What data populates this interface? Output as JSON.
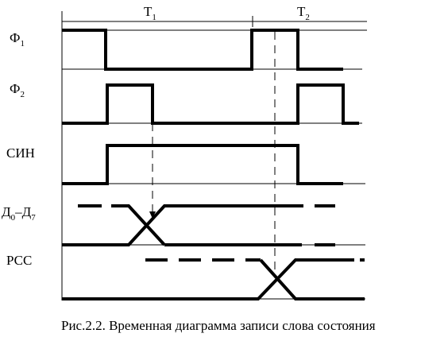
{
  "periods": [
    {
      "name": "T",
      "sub": "1"
    },
    {
      "name": "T",
      "sub": "2"
    }
  ],
  "signals": [
    {
      "name": "Ф",
      "sub": "1"
    },
    {
      "name": "Ф",
      "sub": "2"
    },
    {
      "name": "СИН",
      "sub": ""
    },
    {
      "name": "Д",
      "sub": "0",
      "sep": "–",
      "name2": "Д",
      "sub2": "7"
    },
    {
      "name": "РСС",
      "sub": ""
    }
  ],
  "caption": "Рис.2.2. Временная диаграмма записи слова состояния"
}
